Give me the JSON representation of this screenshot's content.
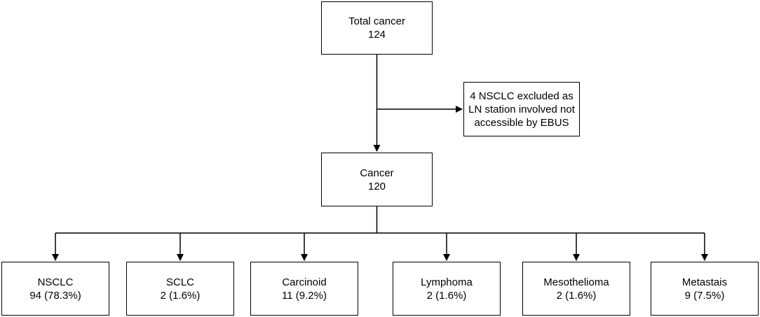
{
  "diagram": {
    "total": {
      "title": "Total cancer",
      "count": "124"
    },
    "exclusion": {
      "line1": "4 NSCLC excluded as",
      "line2": "LN station involved not",
      "line3": "accessible by EBUS"
    },
    "cancer": {
      "title": "Cancer",
      "count": "120"
    },
    "categories": [
      {
        "name": "NSCLC",
        "value": "94 (78.3%)"
      },
      {
        "name": "SCLC",
        "value": "2 (1.6%)"
      },
      {
        "name": "Carcinoid",
        "value": "11 (9.2%)"
      },
      {
        "name": "Lymphoma",
        "value": "2 (1.6%)"
      },
      {
        "name": "Mesothelioma",
        "value": "2 (1.6%)"
      },
      {
        "name": "Metastais",
        "value": "9 (7.5%)"
      }
    ]
  }
}
